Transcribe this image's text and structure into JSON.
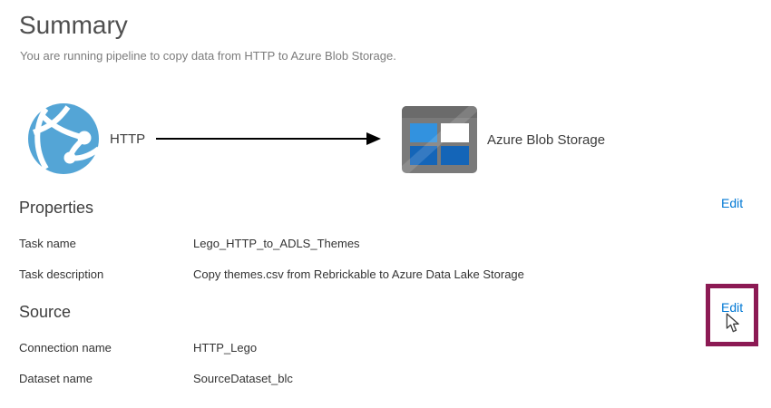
{
  "page": {
    "title": "Summary",
    "subtitle": "You are running pipeline to copy data from HTTP to Azure Blob Storage."
  },
  "diagram": {
    "source": {
      "label": "HTTP",
      "icon": "http-globe-icon"
    },
    "arrow_icon": "flow-arrow",
    "destination": {
      "label": "Azure Blob Storage",
      "icon": "azure-blob-storage-icon"
    }
  },
  "properties": {
    "heading": "Properties",
    "edit_label": "Edit",
    "rows": [
      {
        "label": "Task name",
        "value": "Lego_HTTP_to_ADLS_Themes"
      },
      {
        "label": "Task description",
        "value": "Copy themes.csv from Rebrickable to Azure Data Lake Storage"
      }
    ]
  },
  "source_section": {
    "heading": "Source",
    "edit_label": "Edit",
    "highlight_color": "#8C1A54",
    "rows": [
      {
        "label": "Connection name",
        "value": "HTTP_Lego"
      },
      {
        "label": "Dataset name",
        "value": "SourceDataset_blc"
      }
    ]
  },
  "colors": {
    "link_blue": "#0078D4",
    "http_globe_blue": "#54A5D6",
    "blob_light_blue": "#3292DF",
    "blob_dark_blue": "#1465B8",
    "blob_frame_gray": "#7A7A7A",
    "arrow_black": "#000000"
  }
}
